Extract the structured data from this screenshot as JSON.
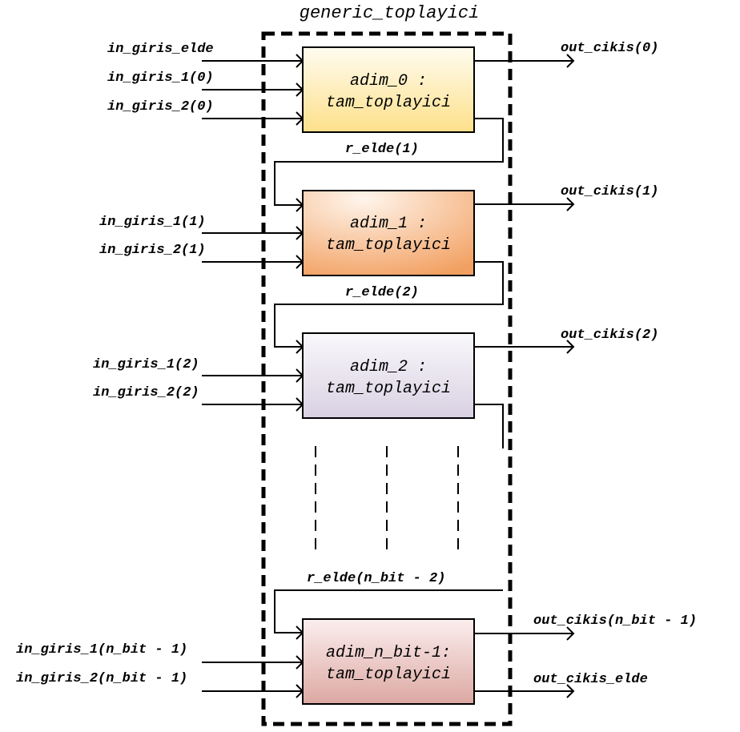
{
  "title": "generic_toplayici",
  "colors": {
    "stage_0": [
      "#fffcf0",
      "#fde08a"
    ],
    "stage_1": [
      "#fff5ec",
      "#f2a061"
    ],
    "stage_2": [
      "#f9f8fb",
      "#d9d1e3"
    ],
    "stage_last": [
      "#fbeeee",
      "#dca8a2"
    ],
    "line": "#000000"
  },
  "stages": [
    {
      "id": "stage-0",
      "line1": "adim_0 :",
      "line2": "tam_toplayici",
      "inputs": [
        "in_giris_elde",
        "in_giris_1(0)",
        "in_giris_2(0)"
      ],
      "outputs": [
        "out_cikis(0)"
      ]
    },
    {
      "id": "stage-1",
      "line1": "adim_1 :",
      "line2": "tam_toplayici",
      "inputs": [
        "in_giris_1(1)",
        "in_giris_2(1)"
      ],
      "outputs": [
        "out_cikis(1)"
      ]
    },
    {
      "id": "stage-2",
      "line1": "adim_2 :",
      "line2": "tam_toplayici",
      "inputs": [
        "in_giris_1(2)",
        "in_giris_2(2)"
      ],
      "outputs": [
        "out_cikis(2)"
      ]
    },
    {
      "id": "stage-last",
      "line1": "adim_n_bit-1:",
      "line2": "tam_toplayici",
      "inputs": [
        "in_giris_1(n_bit - 1)",
        "in_giris_2(n_bit - 1)"
      ],
      "outputs": [
        "out_cikis(n_bit - 1)",
        "out_cikis_elde"
      ]
    }
  ],
  "carries": [
    "r_elde(1)",
    "r_elde(2)",
    "r_elde(n_bit - 2)"
  ]
}
